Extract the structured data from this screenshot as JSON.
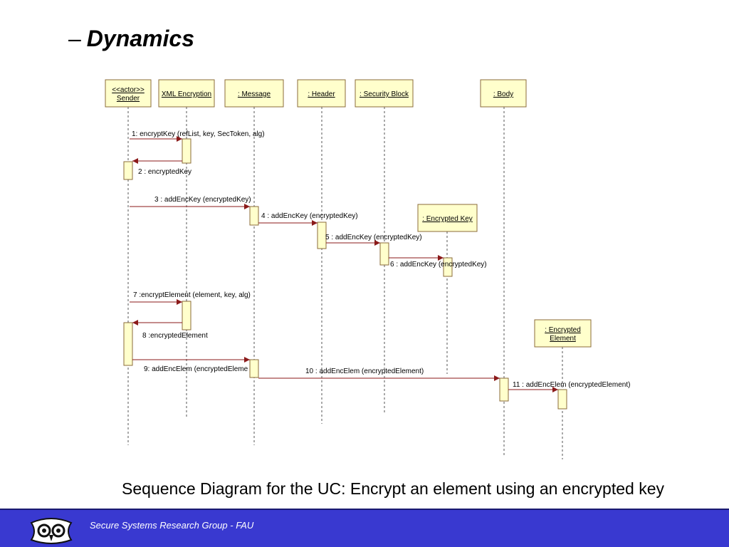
{
  "slide": {
    "title_dash": "–",
    "title": "Dynamics",
    "caption": "Sequence Diagram for the UC: Encrypt an element using an encrypted key",
    "footer_text": "Secure Systems Research Group - FAU",
    "footer_icon": "owl-logo-icon"
  },
  "diagram": {
    "objects": [
      {
        "id": "sender",
        "lines": [
          "<<actor>>",
          "Sender"
        ]
      },
      {
        "id": "xmlenc",
        "lines": [
          "XML Encryption"
        ]
      },
      {
        "id": "message",
        "lines": [
          ": Message"
        ]
      },
      {
        "id": "header",
        "lines": [
          ": Header"
        ]
      },
      {
        "id": "secblock",
        "lines": [
          ": Security Block"
        ]
      },
      {
        "id": "body",
        "lines": [
          ": Body"
        ]
      },
      {
        "id": "enckey",
        "lines": [
          ": Encrypted Key"
        ]
      },
      {
        "id": "encelem",
        "lines": [
          ": Encrypted",
          "Element"
        ]
      }
    ],
    "messages": [
      {
        "num": "1",
        "label": "1: encryptKey (refList, key, SecToken, alg)",
        "from": "sender",
        "to": "xmlenc",
        "kind": "call"
      },
      {
        "num": "2",
        "label": "2 : encryptedKey",
        "from": "xmlenc",
        "to": "sender",
        "kind": "return"
      },
      {
        "num": "3",
        "label": "3  : addEncKey (encryptedKey)",
        "from": "sender",
        "to": "message",
        "kind": "call"
      },
      {
        "num": "4",
        "label": "4 : addEncKey (encryptedKey)",
        "from": "message",
        "to": "header",
        "kind": "call"
      },
      {
        "num": "5",
        "label": "5  : addEncKey (encryptedKey)",
        "from": "header",
        "to": "secblock",
        "kind": "call"
      },
      {
        "num": "6",
        "label": "6   : addEncKey (encryptedKey)",
        "from": "secblock",
        "to": "enckey",
        "kind": "call"
      },
      {
        "num": "7",
        "label": "7  :encryptElement (element, key, alg)",
        "from": "sender",
        "to": "xmlenc",
        "kind": "call"
      },
      {
        "num": "8",
        "label": "8  :encryptedElement",
        "from": "xmlenc",
        "to": "sender",
        "kind": "return"
      },
      {
        "num": "9",
        "label": "9: addEncElem (encryptedEleme",
        "from": "sender",
        "to": "message",
        "kind": "call"
      },
      {
        "num": "10",
        "label": "10 : addEncElem (encryptedElement)",
        "from": "message",
        "to": "body",
        "kind": "call"
      },
      {
        "num": "11",
        "label": "11  : addEncElem (encryptedElement)",
        "from": "body",
        "to": "encelem",
        "kind": "call"
      }
    ],
    "colors": {
      "box_fill": "#ffffcc",
      "box_stroke": "#8b6b3a",
      "arrow": "#8b1a1a",
      "footer": "#3939d0"
    }
  }
}
